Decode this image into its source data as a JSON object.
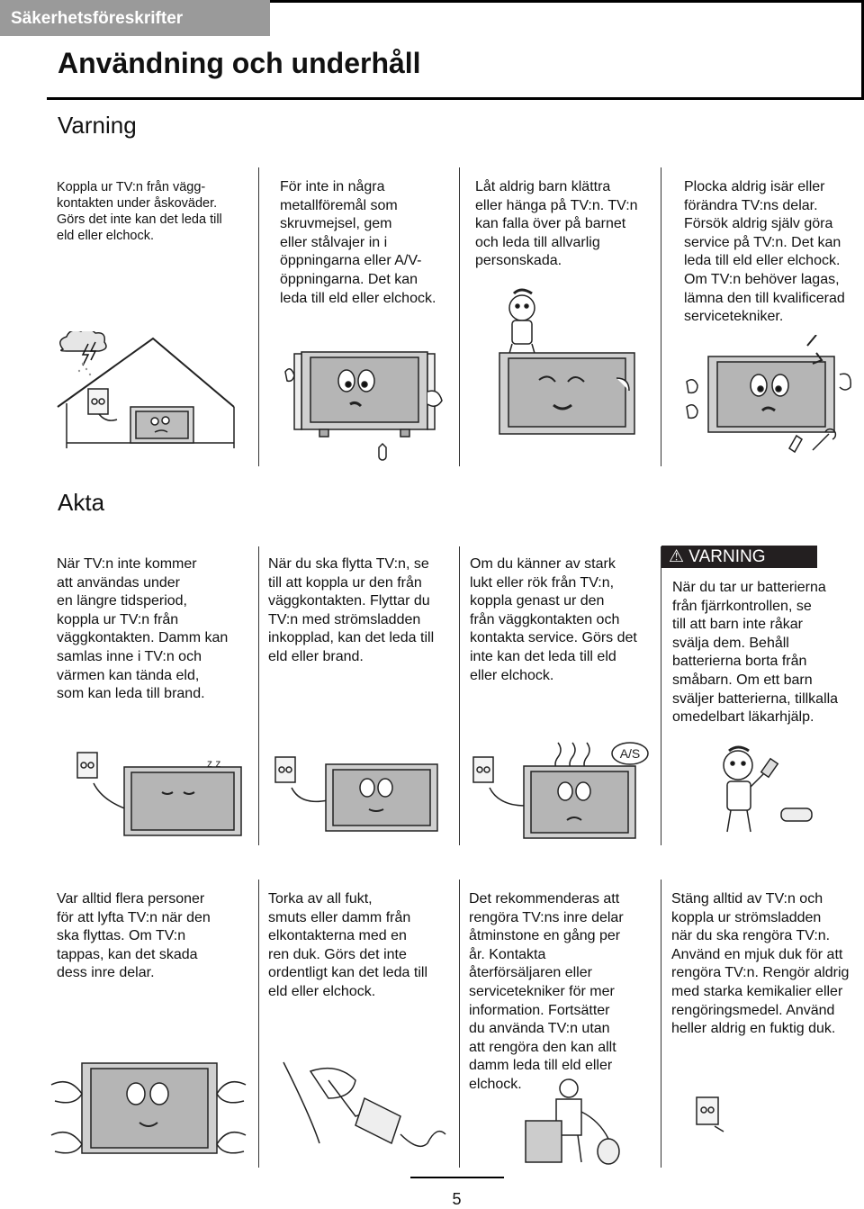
{
  "header": {
    "section_tab": "Säkerhetsföreskrifter",
    "title": "Användning och underhåll"
  },
  "varning": {
    "heading": "Varning",
    "items": [
      "Koppla ur TV:n från vägg-\nkontakten under åskoväder.\nGörs det inte kan det leda till\neld eller elchock.",
      "För inte in några\nmetallföremål som\nskruvmejsel, gem\neller stålvajer in i\nöppningarna eller A/V-\nöppningarna. Det kan\nleda till eld eller elchock.",
      "Låt aldrig barn klättra\neller hänga på TV:n. TV:n\nkan falla över på barnet\noch leda till allvarlig\npersonskada.",
      "Plocka aldrig isär eller\nförändra TV:ns delar.\nFörsök aldrig själv göra\nservice på TV:n. Det kan\nleda till eld eller elchock.\nOm TV:n behöver lagas,\nlämna den till kvalificerad\nservicetekniker."
    ]
  },
  "akta": {
    "heading": "Akta",
    "items": [
      "När TV:n inte kommer\natt användas under\nen längre tidsperiod,\nkoppla ur TV:n från\nväggkontakten. Damm kan\nsamlas inne i TV:n och\nvärmen kan tända eld,\nsom kan leda till brand.",
      "När du ska flytta TV:n, se\ntill att koppla ur den från\nväggkontakten. Flyttar du\nTV:n med strömsladden\ninkopplad, kan det leda till\neld eller brand.",
      "Om du känner av stark\nlukt eller rök från TV:n,\nkoppla genast ur den\nfrån väggkontakten och\nkontakta service. Görs det\ninte kan det leda till eld\neller elchock."
    ],
    "warning_label": "⚠ VARNING",
    "warning_text": "När du tar ur batterierna\nfrån fjärrkontrollen, se\ntill att barn inte råkar\nsvälja dem. Behåll\nbatterierna borta från\nsmåbarn. Om ett barn\nsväljer batterierna, tillkalla\nomedelbart läkarhjälp.",
    "as_label": "A/S"
  },
  "bottom": {
    "items": [
      "Var alltid flera personer\nför att lyfta TV:n när den\nska flyttas. Om TV:n\ntappas, kan det skada\ndess inre delar.",
      "Torka av all fukt,\nsmuts eller damm från\nelkontakterna med en\nren duk. Görs det inte\nordentligt kan det leda till\neld eller elchock.",
      "Det rekommenderas att\nrengöra TV:ns inre delar\nåtminstone en gång per\når. Kontakta\nåterförsäljaren eller\nservicetekniker för mer\ninformation. Fortsätter\ndu använda TV:n utan\natt rengöra den kan allt\ndamm leda till eld eller\nelchock.",
      "Stäng alltid av TV:n och\nkoppla ur strömsladden\nnär du ska rengöra TV:n.\nAnvänd en mjuk duk för att\nrengöra TV:n. Rengör aldrig\nmed starka kemikalier eller\nrengöringsmedel. Använd\nheller aldrig en fuktig duk."
    ]
  },
  "footer": {
    "page_number": "5"
  }
}
